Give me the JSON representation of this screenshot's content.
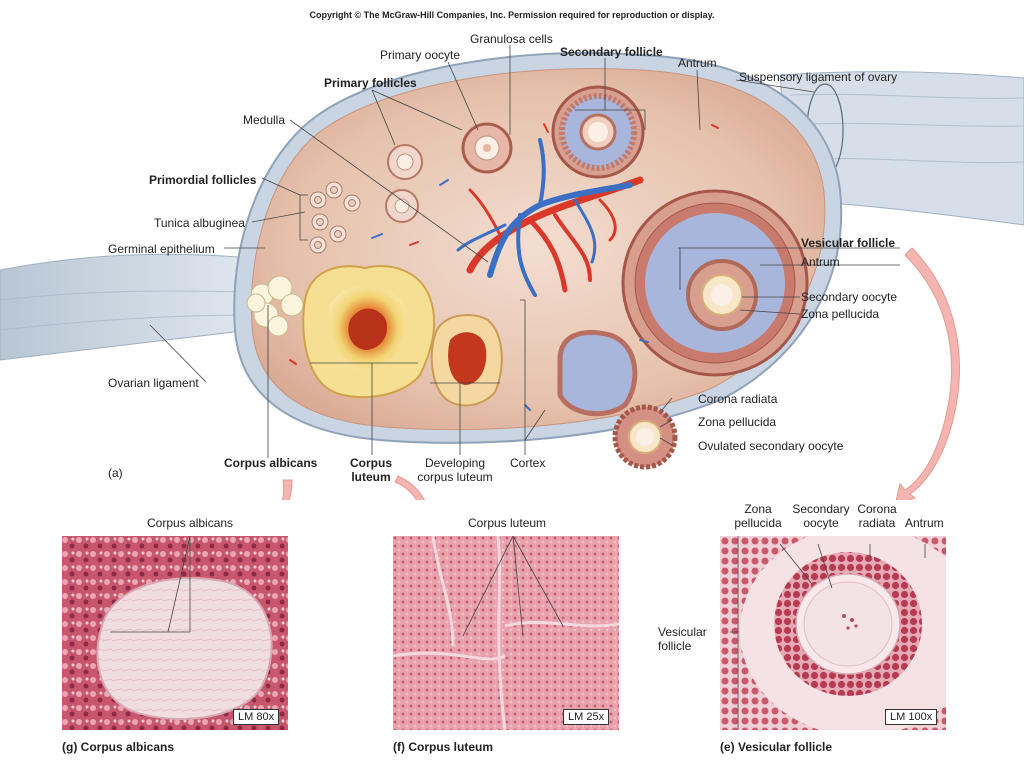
{
  "copyright": "Copyright © The McGraw-Hill Companies, Inc. Permission required for reproduction or display.",
  "panel_a": {
    "panel_letter": "(a)",
    "labels": {
      "granulosa_cells": "Granulosa cells",
      "primary_oocyte": "Primary oocyte",
      "secondary_follicle": "Secondary follicle",
      "antrum_top": "Antrum",
      "suspensory_ligament": "Suspensory ligament of ovary",
      "primary_follicles": "Primary follicles",
      "medulla": "Medulla",
      "primordial_follicles": "Primordial follicles",
      "tunica_albuginea": "Tunica albuginea",
      "germinal_epithelium": "Germinal epithelium",
      "vesicular_follicle": "Vesicular follicle",
      "antrum_right": "Antrum",
      "secondary_oocyte": "Secondary oocyte",
      "zona_pellucida_right": "Zona pellucida",
      "ovarian_ligament": "Ovarian ligament",
      "corona_radiata": "Corona radiata",
      "zona_pellucida_ovulated": "Zona pellucida",
      "ovulated_secondary_oocyte": "Ovulated secondary oocyte",
      "corpus_albicans": "Corpus albicans",
      "corpus_luteum_line1": "Corpus",
      "corpus_luteum_line2": "luteum",
      "developing_line1": "Developing",
      "developing_line2": "corpus luteum",
      "cortex": "Cortex"
    }
  },
  "micrographs": {
    "g": {
      "label": "Corpus albicans",
      "magnification": "LM 80x",
      "caption": "(g) Corpus albicans"
    },
    "f": {
      "label": "Corpus luteum",
      "magnification": "LM 25x",
      "caption": "(f) Corpus luteum"
    },
    "e": {
      "label_zona_line1": "Zona",
      "label_zona_line2": "pellucida",
      "label_secondary_line1": "Secondary",
      "label_secondary_line2": "oocyte",
      "label_corona_line1": "Corona",
      "label_corona_line2": "radiata",
      "label_antrum": "Antrum",
      "label_vesicular_line1": "Vesicular",
      "label_vesicular_line2": "follicle",
      "magnification": "LM 100x",
      "caption": "(e) Vesicular follicle"
    }
  },
  "colors": {
    "ovary_outer": "#c8d4e0",
    "ovary_cortex": "#e8c9b5",
    "artery": "#d9382a",
    "vein": "#3a6fc4",
    "corpus_luteum": "#f0cf6a",
    "antrum": "#a9b6dc",
    "tissue_pink": "#d98a98",
    "tissue_dark": "#b2405a",
    "arrow": "#f4b5b0"
  }
}
